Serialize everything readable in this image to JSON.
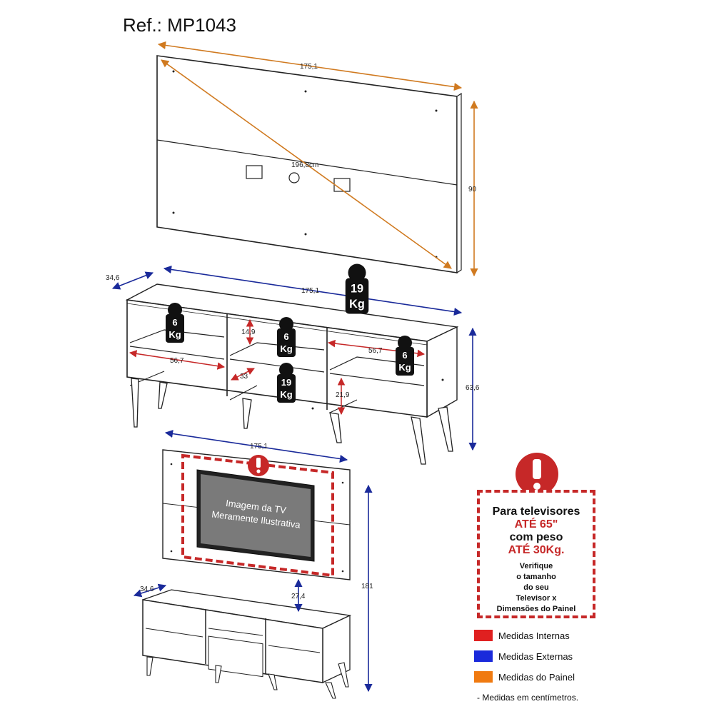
{
  "title": "Ref.: MP1043",
  "panel": {
    "width": "175,1",
    "height": "90",
    "diagonal": "196,8cm"
  },
  "rack": {
    "depth": "34,6",
    "width": "175,1",
    "height": "63,6",
    "niche_height": "14,9",
    "niche_width_left": "56,7",
    "niche_width_right": "56,7",
    "center_depth": "33",
    "lower_height": "21,9",
    "weights": {
      "top": [
        "19",
        "Kg"
      ],
      "left": [
        "6",
        "Kg"
      ],
      "center": [
        "6",
        "Kg"
      ],
      "right": [
        "6",
        "Kg"
      ],
      "center_low": [
        "19",
        "Kg"
      ]
    }
  },
  "assembly": {
    "width": "175,1",
    "depth": "34,6",
    "gap": "27,4",
    "total_height": "181",
    "tv_text_line1": "Imagem da TV",
    "tv_text_line2": "Meramente Ilustrativa"
  },
  "warning": {
    "line1": "Para televisores",
    "line2": "ATÉ 65\"",
    "line3": "com peso",
    "line4": "ATÉ 30Kg.",
    "note1": "Verifique",
    "note2": "o tamanho",
    "note3": "do seu",
    "note4": "Televisor x",
    "note5": "Dimensões do Painel"
  },
  "legend": [
    {
      "label": "Medidas Internas",
      "color": "#e02020"
    },
    {
      "label": "Medidas Externas",
      "color": "#1a2adb"
    },
    {
      "label": "Medidas do Painel",
      "color": "#f07a10"
    }
  ],
  "footnote": "- Medidas em centímetros.",
  "colors": {
    "internal": "#c62828",
    "external": "#1a2a9a",
    "panel": "#d07a20",
    "warning": "#c62828"
  }
}
